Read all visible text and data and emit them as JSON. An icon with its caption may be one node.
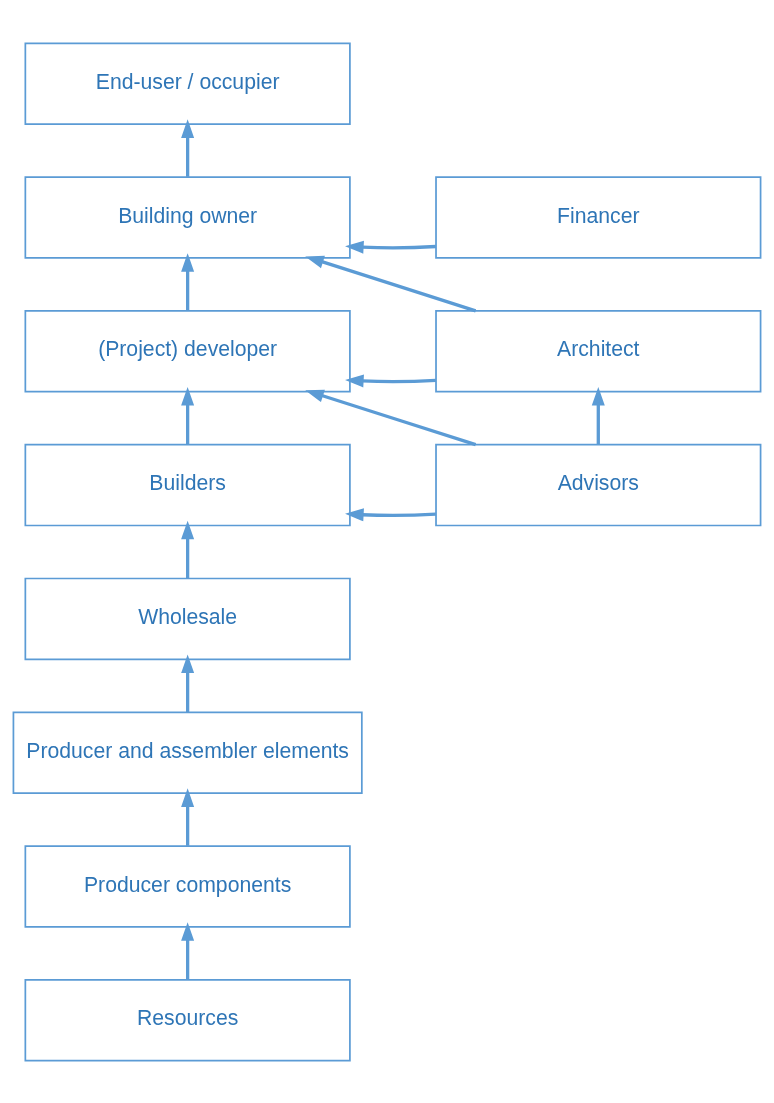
{
  "diagram": {
    "nodes": [
      {
        "text": [
          "End-user / occupier"
        ]
      },
      {
        "text": [
          "Building owner"
        ]
      },
      {
        "text": [
          "Financer"
        ]
      },
      {
        "text": [
          "(Project) developer"
        ]
      },
      {
        "text": [
          "Architect"
        ]
      },
      {
        "text": [
          "Builders"
        ]
      },
      {
        "text": [
          "Advisors"
        ]
      },
      {
        "text": [
          "Wholesale"
        ]
      },
      {
        "text": [
          "Producer and assembler elements"
        ]
      },
      {
        "text": [
          "Producer components"
        ]
      },
      {
        "text": [
          "Resources"
        ]
      }
    ],
    "edges": [
      {
        "from": 1,
        "to": 0,
        "arrow": "to"
      },
      {
        "from": 2,
        "to": 1,
        "arrow": "to"
      },
      {
        "from": 4,
        "to": 1,
        "arrow": "to"
      },
      {
        "from": 3,
        "to": 1,
        "arrow": "to"
      },
      {
        "from": 4,
        "to": 3,
        "arrow": "to"
      },
      {
        "from": 6,
        "to": 3,
        "arrow": "to"
      },
      {
        "from": 5,
        "to": 3,
        "arrow": "to"
      },
      {
        "from": 6,
        "to": 4,
        "arrow": "to"
      },
      {
        "from": 6,
        "to": 5,
        "arrow": "to"
      },
      {
        "from": 7,
        "to": 5,
        "arrow": "to"
      },
      {
        "from": 8,
        "to": 7,
        "arrow": "to"
      },
      {
        "from": 9,
        "to": 8,
        "arrow": "to"
      },
      {
        "from": 10,
        "to": 9,
        "arrow": "to"
      }
    ]
  }
}
